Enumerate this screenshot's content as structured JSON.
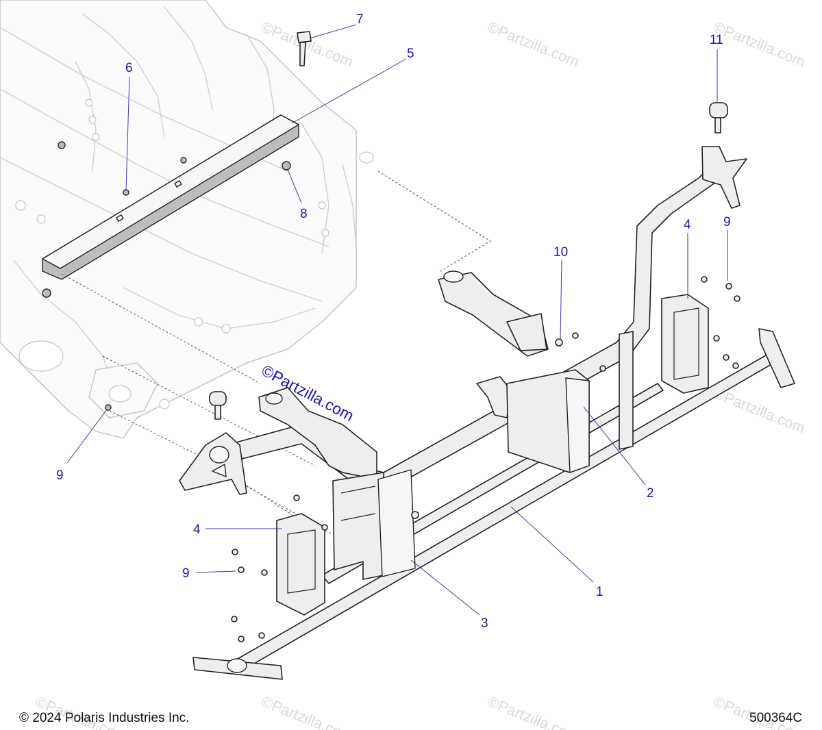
{
  "diagram": {
    "callouts": {
      "c1": "1",
      "c2": "2",
      "c3": "3",
      "c4a": "4",
      "c4b": "4",
      "c5": "5",
      "c6": "6",
      "c7": "7",
      "c8": "8",
      "c9a": "9",
      "c9b": "9",
      "c9c": "9",
      "c10": "10",
      "c11": "11"
    },
    "watermark": "©Partzilla.com",
    "brand_watermark": "©Partzilla.com",
    "copyright": "© 2024 Polaris Industries Inc.",
    "part_number": "500364C"
  },
  "colors": {
    "callout": "#1a1aa6",
    "outline": "#222222",
    "background_frame": "#c9c9c9",
    "watermark": "#d9d9d9"
  }
}
